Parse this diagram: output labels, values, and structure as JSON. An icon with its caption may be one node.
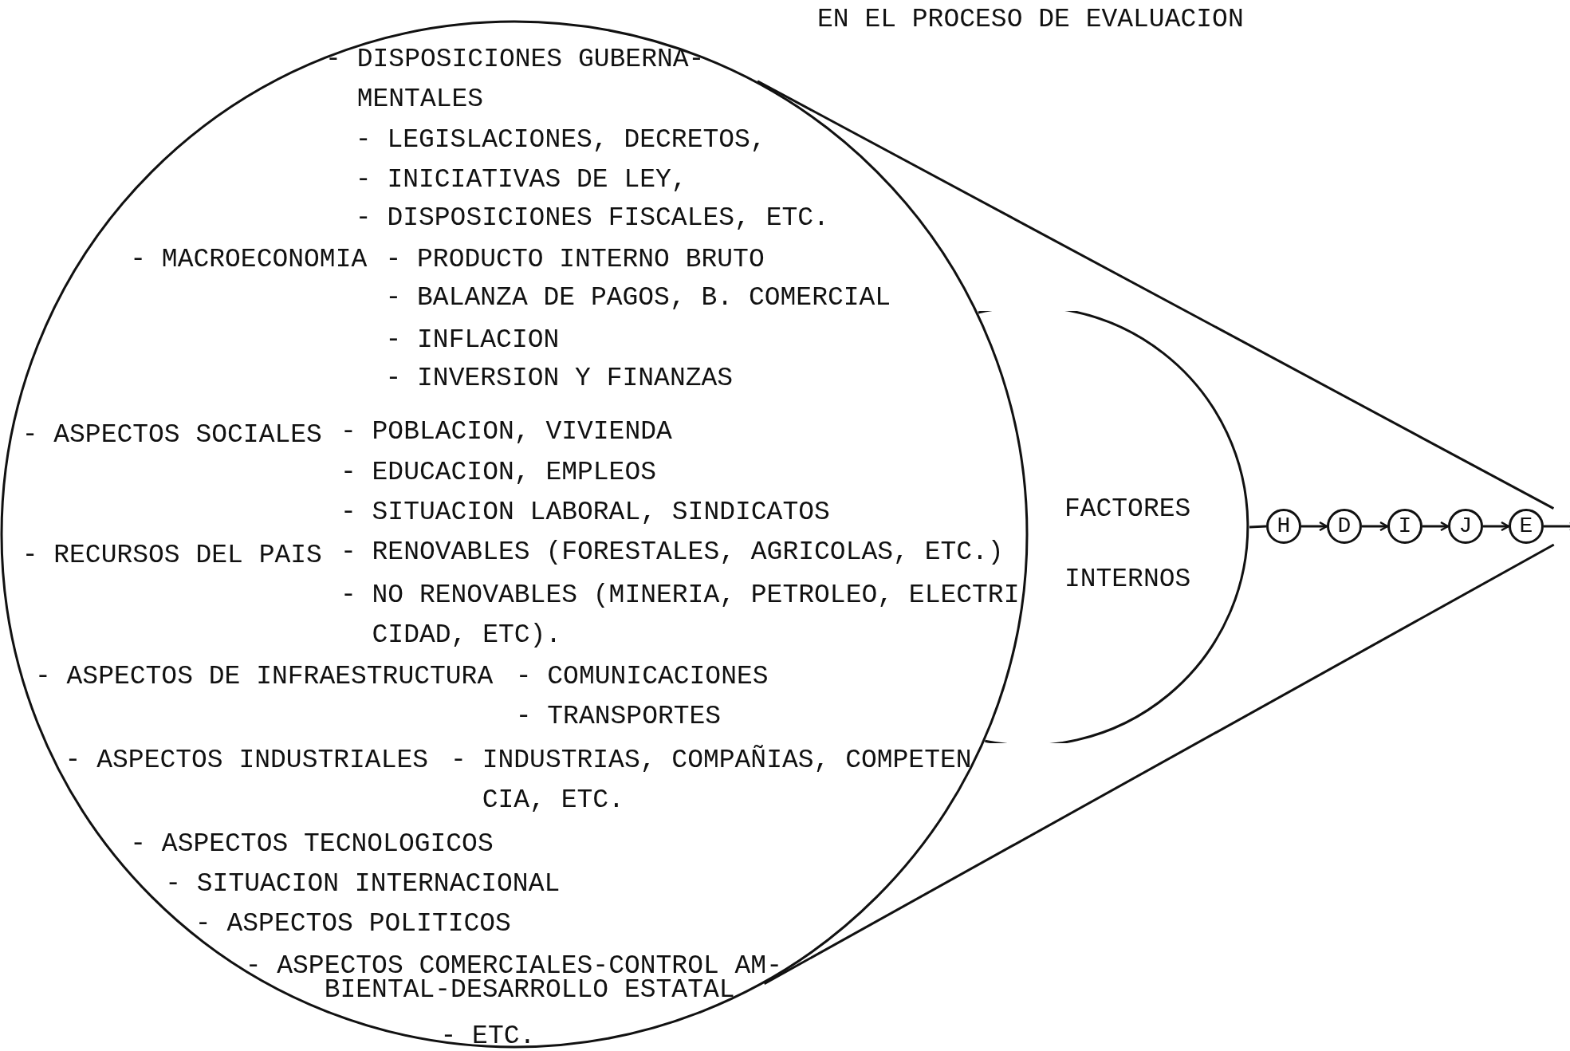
{
  "diagram": {
    "title": "EN EL PROCESO DE EVALUACION",
    "nodes": [
      {
        "text": [
          "- DISPOSICIONES GUBERNA- MENTALES",
          "- LEGISLACIONES, DECRETOS,",
          "- INICIATIVAS DE LEY,",
          "- DISPOSICIONES FISCALES, ETC.",
          "- MACROECONOMIA",
          "- PRODUCTO INTERNO BRUTO",
          "- BALANZA DE PAGOS, B. COMERCIAL",
          "- INFLACION",
          "- INVERSION Y FINANZAS",
          "- ASPECTOS SOCIALES",
          "- POBLACION, VIVIENDA",
          "- EDUCACION, EMPLEOS",
          "- SITUACION LABORAL, SINDICATOS",
          "- RECURSOS DEL PAIS",
          "- RENOVABLES (FORESTALES, AGRICOLAS, ETC.)",
          "- NO RENOVABLES (MINERIA, PETROLEO, ELECTRI CIDAD, ETC).",
          "- ASPECTOS DE INFRAESTRUCTURA",
          "- COMUNICACIONES",
          "- TRANSPORTES",
          "- ASPECTOS INDUSTRIALES",
          "- INDUSTRIAS, COMPAÑIAS, COMPETEN CIA, ETC.",
          "- ASPECTOS TECNOLOGICOS",
          "- SITUACION INTERNACIONAL",
          "- ASPECTOS POLITICOS",
          "- ASPECTOS COMERCIALES-CONTROL AM- BIENTAL-DESARROLLO ESTATAL",
          "- ETC."
        ]
      },
      {
        "text": [
          "FACTORES INTERNOS"
        ]
      },
      {
        "text": [
          "H"
        ]
      },
      {
        "text": [
          "D"
        ]
      },
      {
        "text": [
          "I"
        ]
      },
      {
        "text": [
          "J"
        ]
      },
      {
        "text": [
          "E"
        ]
      }
    ],
    "edges": [
      {
        "from": 1,
        "to": 2,
        "arrow": "none"
      },
      {
        "from": 2,
        "to": 3,
        "arrow": "to"
      },
      {
        "from": 3,
        "to": 4,
        "arrow": "to"
      },
      {
        "from": 4,
        "to": 5,
        "arrow": "to"
      },
      {
        "from": 5,
        "to": 6,
        "arrow": "to"
      },
      {
        "from": 6,
        "to": null,
        "arrow": "to"
      }
    ]
  }
}
